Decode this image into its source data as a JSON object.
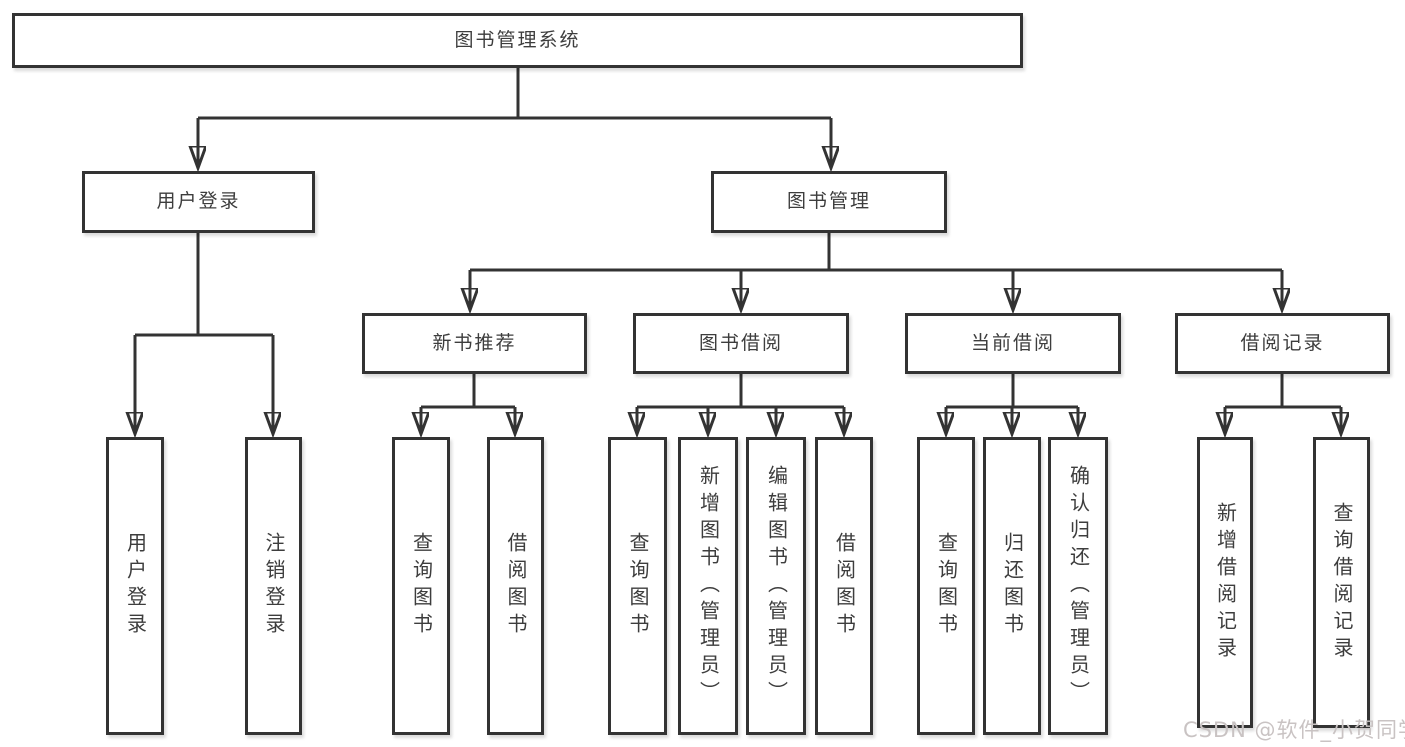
{
  "diagram": {
    "root": "图书管理系统",
    "level2": {
      "user_login": "用户登录",
      "book_mgmt": "图书管理"
    },
    "level3": {
      "new_book": "新书推荐",
      "book_borrow": "图书借阅",
      "current_borrow": "当前借阅",
      "borrow_record": "借阅记录"
    },
    "leaves": {
      "user_login_leaf": "用户登录",
      "logout": "注销登录",
      "nb_query_book": "查询图书",
      "nb_borrow_book": "借阅图书",
      "bb_query_book": "查询图书",
      "bb_add_book_admin": "新增图书（管理员）",
      "bb_edit_book_admin": "编辑图书（管理员）",
      "bb_borrow_book": "借阅图书",
      "cb_query_book": "查询图书",
      "cb_return_book": "归还图书",
      "cb_confirm_return_admin": "确认归还（管理员）",
      "br_add_record": "新增借阅记录",
      "br_query_record": "查询借阅记录"
    },
    "watermark": "CSDN @软件_小贺同学",
    "colors": {
      "line": "#333333",
      "box_border": "#333333",
      "box_background": "#ffffff",
      "text": "#3d3d3d",
      "watermark_text": "#c9c3c3",
      "page_background": "#ffffff"
    }
  }
}
